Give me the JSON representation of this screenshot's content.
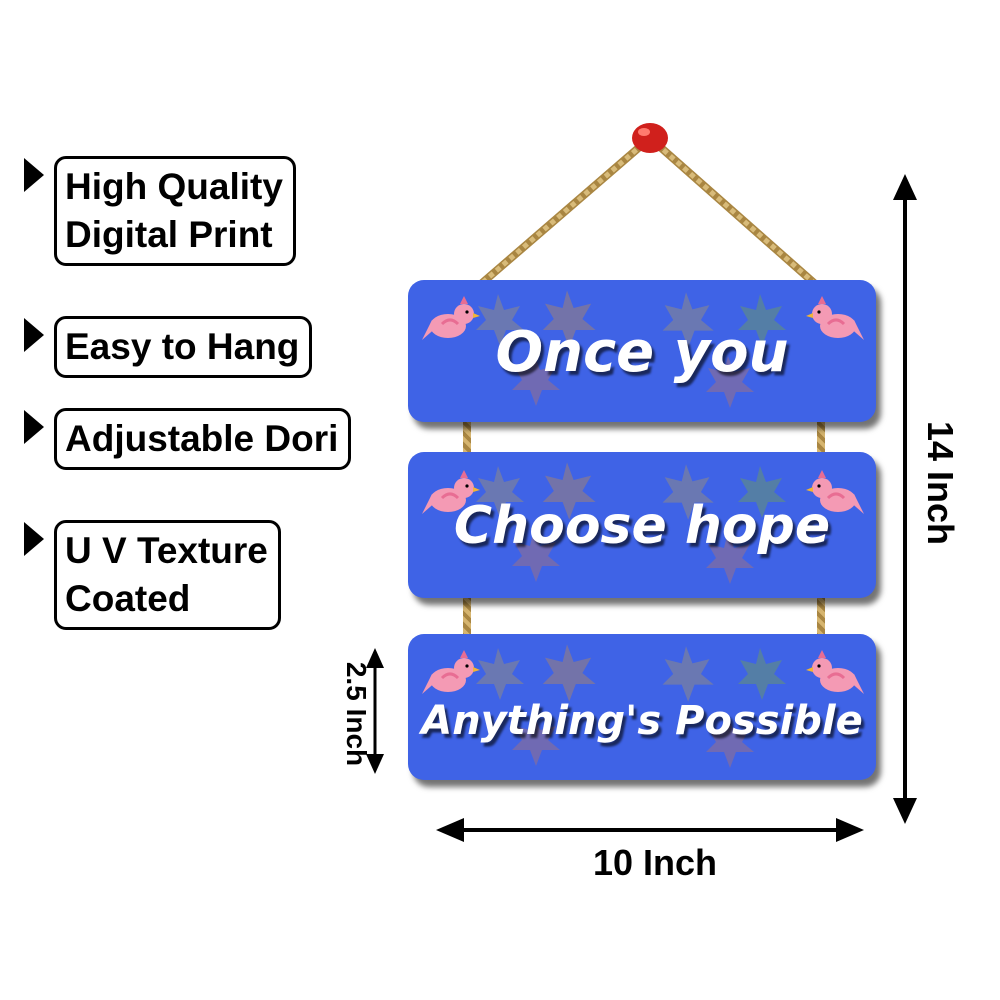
{
  "features": [
    {
      "label": "High Quality\nDigital Print"
    },
    {
      "label": "Easy to Hang"
    },
    {
      "label": "Adjustable Dori"
    },
    {
      "label": "U V Texture\nCoated"
    }
  ],
  "signs": [
    {
      "text": "Once you"
    },
    {
      "text": "Choose hope"
    },
    {
      "text": "Anything's Possible"
    }
  ],
  "dimensions": {
    "height": "14 Inch",
    "width": "10 Inch",
    "panel_height": "2.5 Inch"
  },
  "colors": {
    "sign_blue": "#3f63e6",
    "rope": "#c9a862",
    "pin": "#d0201c",
    "bird_pink": "#f49ab4"
  }
}
